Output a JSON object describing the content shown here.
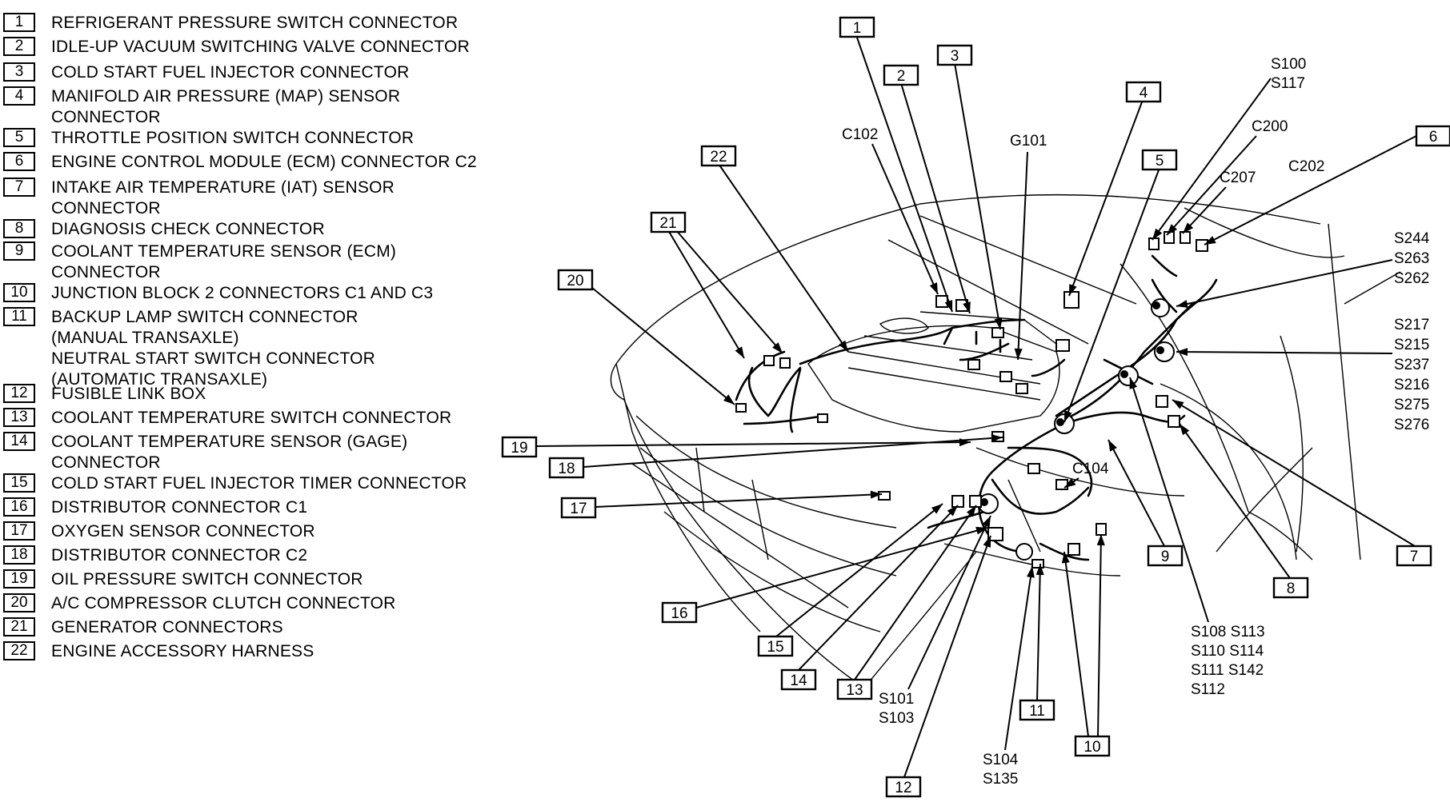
{
  "legend": {
    "items": [
      {
        "num": "1",
        "lines": [
          "REFRIGERANT PRESSURE SWITCH CONNECTOR"
        ]
      },
      {
        "num": "2",
        "lines": [
          "IDLE-UP VACUUM SWITCHING VALVE CONNECTOR"
        ]
      },
      {
        "num": "3",
        "lines": [
          "COLD START FUEL INJECTOR CONNECTOR"
        ]
      },
      {
        "num": "4",
        "lines": [
          "MANIFOLD AIR PRESSURE (MAP) SENSOR",
          "CONNECTOR"
        ]
      },
      {
        "num": "5",
        "lines": [
          "THROTTLE POSITION SWITCH CONNECTOR"
        ]
      },
      {
        "num": "6",
        "lines": [
          "ENGINE CONTROL MODULE (ECM) CONNECTOR C2"
        ]
      },
      {
        "num": "7",
        "lines": [
          "INTAKE AIR TEMPERATURE (IAT) SENSOR",
          "CONNECTOR"
        ]
      },
      {
        "num": "8",
        "lines": [
          "DIAGNOSIS CHECK CONNECTOR"
        ]
      },
      {
        "num": "9",
        "lines": [
          "COOLANT TEMPERATURE SENSOR (ECM)",
          "CONNECTOR"
        ]
      },
      {
        "num": "10",
        "lines": [
          "JUNCTION BLOCK 2 CONNECTORS C1 AND C3"
        ]
      },
      {
        "num": "11",
        "lines": [
          "BACKUP LAMP SWITCH CONNECTOR",
          "(MANUAL TRANSAXLE)",
          "NEUTRAL START SWITCH CONNECTOR",
          "(AUTOMATIC TRANSAXLE)"
        ]
      },
      {
        "num": "12",
        "lines": [
          "FUSIBLE LINK BOX"
        ]
      },
      {
        "num": "13",
        "lines": [
          "COOLANT TEMPERATURE SWITCH CONNECTOR"
        ]
      },
      {
        "num": "14",
        "lines": [
          "COOLANT TEMPERATURE SENSOR (GAGE)",
          "CONNECTOR"
        ]
      },
      {
        "num": "15",
        "lines": [
          "COLD START FUEL INJECTOR TIMER CONNECTOR"
        ]
      },
      {
        "num": "16",
        "lines": [
          "DISTRIBUTOR CONNECTOR C1"
        ]
      },
      {
        "num": "17",
        "lines": [
          "OXYGEN SENSOR CONNECTOR"
        ]
      },
      {
        "num": "18",
        "lines": [
          "DISTRIBUTOR CONNECTOR C2"
        ]
      },
      {
        "num": "19",
        "lines": [
          "OIL PRESSURE SWITCH CONNECTOR"
        ]
      },
      {
        "num": "20",
        "lines": [
          "A/C COMPRESSOR CLUTCH CONNECTOR"
        ]
      },
      {
        "num": "21",
        "lines": [
          "GENERATOR CONNECTORS"
        ]
      },
      {
        "num": "22",
        "lines": [
          "ENGINE ACCESSORY HARNESS"
        ]
      }
    ]
  },
  "diagram": {
    "callouts": [
      "1",
      "2",
      "3",
      "4",
      "5",
      "6",
      "7",
      "8",
      "9",
      "10",
      "11",
      "12",
      "13",
      "14",
      "15",
      "16",
      "17",
      "18",
      "19",
      "20",
      "21",
      "22"
    ],
    "labels": {
      "c102": "C102",
      "g101": "G101",
      "s100_s117": [
        "S100",
        "S117"
      ],
      "c200": "C200",
      "c207": "C207",
      "c202": "C202",
      "s244_group": [
        "S244",
        "S263",
        "S262"
      ],
      "s217_group": [
        "S217",
        "S215",
        "S237",
        "S216",
        "S275",
        "S276"
      ],
      "c104": "C104",
      "s108_group": [
        "S108 S113",
        "S110 S114",
        "S111 S142",
        "S112"
      ],
      "s101_group": [
        "S101",
        "S103"
      ],
      "s104_group": [
        "S104",
        "S135"
      ]
    }
  }
}
